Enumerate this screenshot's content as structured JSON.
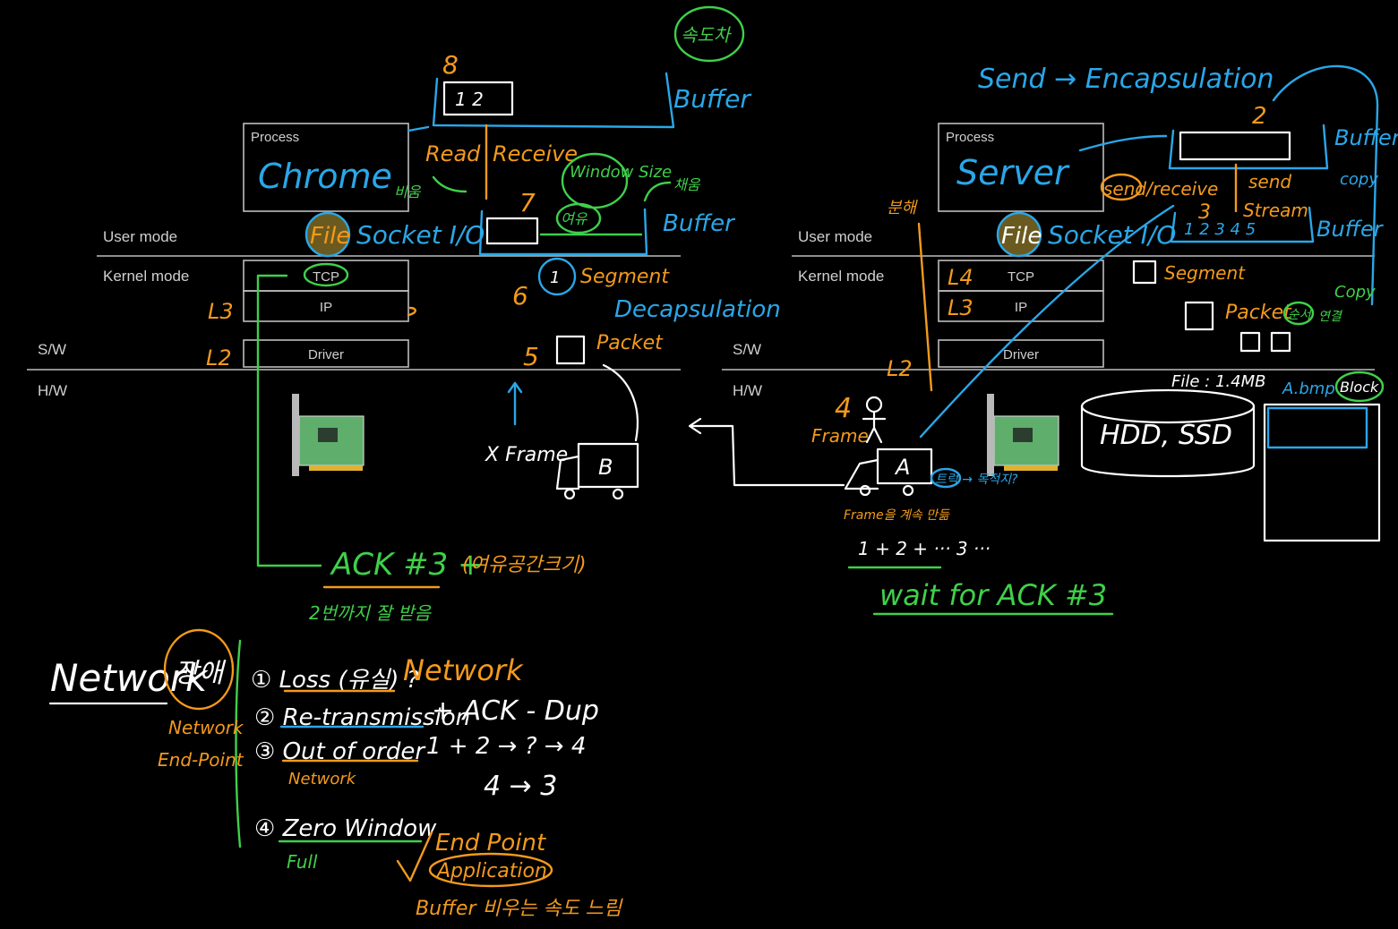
{
  "client": {
    "process_label": "Process",
    "process_name": "Chrome",
    "tcp": "TCP",
    "ip": "IP",
    "driver": "Driver",
    "user_mode": "User mode",
    "kernel_mode": "Kernel mode",
    "sw": "S/W",
    "hw": "H/W",
    "layer3": "L3",
    "layer2": "L2",
    "buffer_top": "Buffer",
    "buffer_mid": "Buffer",
    "read": "Read",
    "receive": "Receive",
    "file": "File",
    "socket_io": "Socket I/O",
    "window_size": "Window Size",
    "spare": "여유",
    "free_label": "비움",
    "fill_label": "채움",
    "speed_label": "속도차",
    "segment": "Segment",
    "decapsulation": "Decapsulation",
    "packet": "Packet",
    "frame": "X Frame",
    "truck": "B",
    "buf_cells": "1 2",
    "n8": "8",
    "n7": "7",
    "n6": "6",
    "n5": "5",
    "seg_num": "1",
    "ack": "ACK #3 +",
    "ack_window": "(여유공간크기)",
    "ack_note": "2번까지 잘 받음"
  },
  "server": {
    "process_label": "Process",
    "process_name": "Server",
    "tcp": "TCP",
    "ip": "IP",
    "driver": "Driver",
    "user_mode": "User mode",
    "kernel_mode": "Kernel mode",
    "sw": "S/W",
    "hw": "H/W",
    "layer4": "L4",
    "layer3": "L3",
    "layer2": "L2",
    "send_encap": "Send → Encapsulation",
    "buffer1": "Buffer",
    "buffer2": "Buffer",
    "copy1": "copy",
    "copy2": "Copy",
    "n2": "2",
    "n3": "3",
    "n4": "4",
    "send_receive": "send/receive",
    "send": "send",
    "stream": "Stream",
    "stream_cells": "1 2 3 4 5",
    "file": "File",
    "socket_io": "Socket I/O",
    "split": "분해",
    "segment": "Segment",
    "packet": "Packet",
    "order": "순서",
    "link": "연결",
    "file_info": "File : 1.4MB",
    "file_name": "A.bmp",
    "block": "Block",
    "disk": "HDD, SSD",
    "frame": "Frame",
    "truck": "A",
    "truck_note": "트럭 → 목적지?",
    "frame_note": "Frame을 계속 만듦",
    "seq": "1 + 2 + ··· 3 ···",
    "wait": "wait for ACK #3"
  },
  "network": {
    "title": "Network",
    "obstacle": "장애",
    "item1": "① Loss (유실) ?",
    "item1_cause": "Network",
    "item2": "② Re-transmission",
    "item2_extra": "+ ACK - Dup",
    "item3": "③ Out of order",
    "item3_seq": "1 + 2 → ? → 4",
    "item3_seq2": "4 → 3",
    "item3_cause": "Network",
    "item4": "④ Zero Window",
    "item4_note": "Full",
    "cause_network": "Network",
    "cause_endpoint": "End-Point",
    "end_point": "End Point",
    "application": "Application",
    "buffer_note": "Buffer 비우는 속도 느림"
  }
}
